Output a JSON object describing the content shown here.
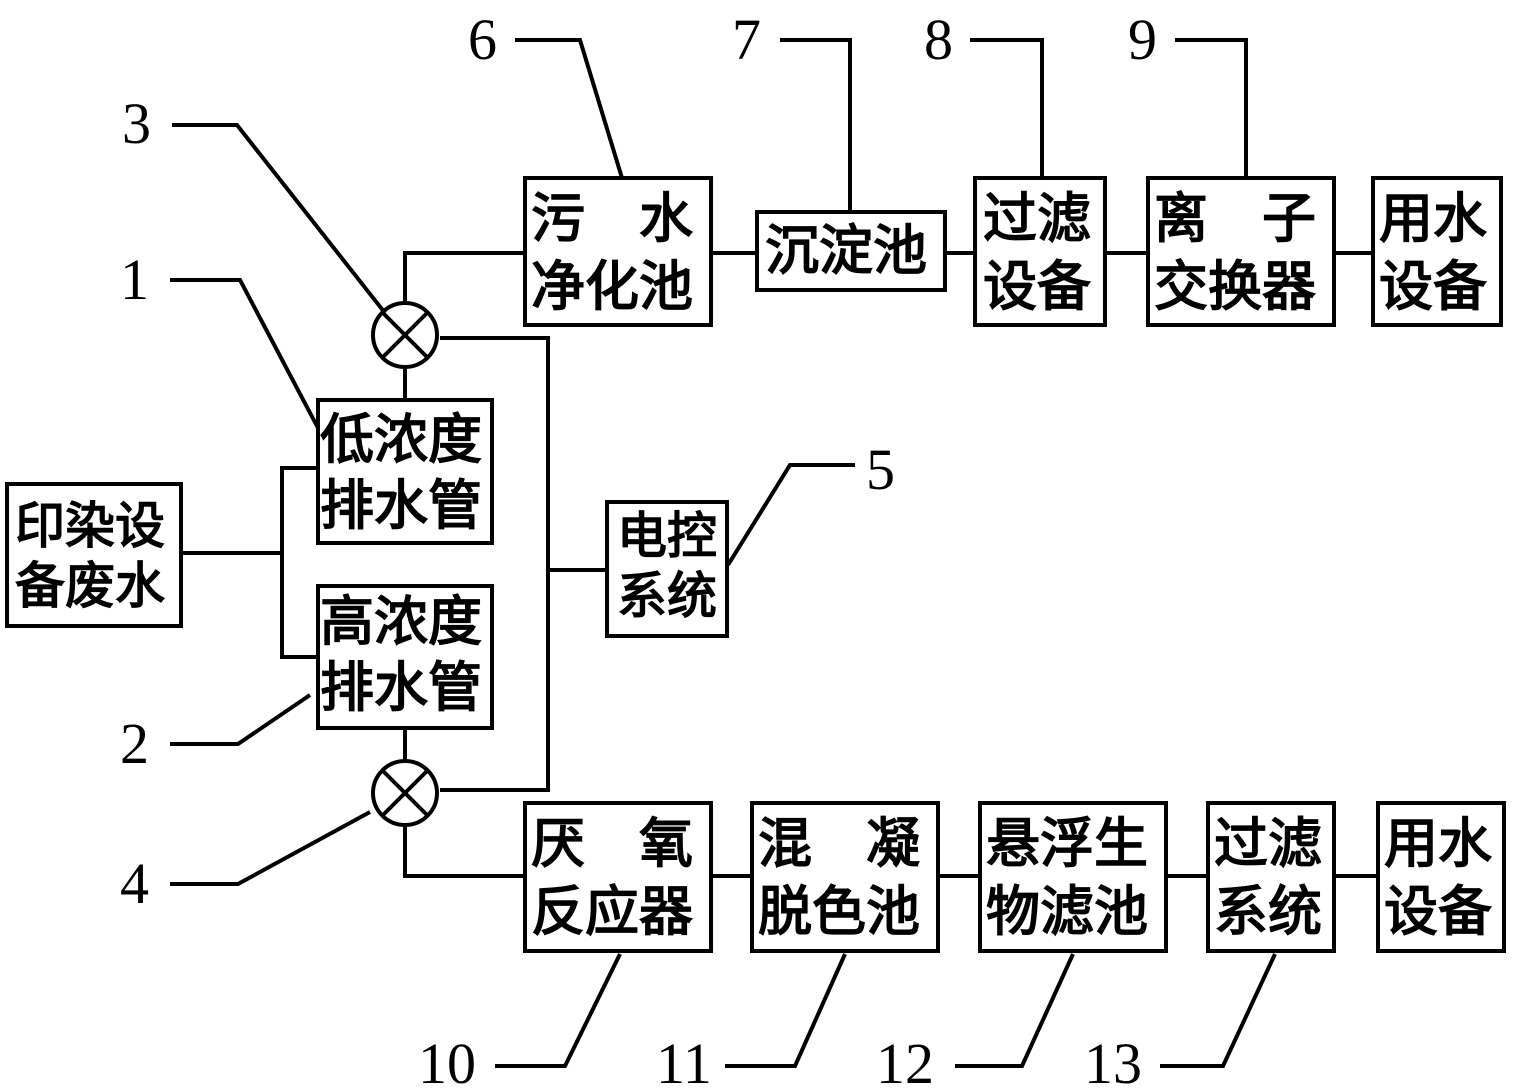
{
  "boxes": {
    "source": {
      "line1": "印染设",
      "line2": "备废水"
    },
    "low_pipe": {
      "line1": "低浓度",
      "line2": "排水管"
    },
    "high_pipe": {
      "line1": "高浓度",
      "line2": "排水管"
    },
    "control": {
      "line1": "电控",
      "line2": "系统"
    },
    "purify": {
      "line1": "污　水",
      "line2": "净化池"
    },
    "settle": {
      "line1": "沉淀池",
      "line2": ""
    },
    "filter_top": {
      "line1": "过滤",
      "line2": "设备"
    },
    "ion": {
      "line1": "离　子",
      "line2": "交换器"
    },
    "use_top": {
      "line1": "用水",
      "line2": "设备"
    },
    "anaerobic": {
      "line1": "厌　氧",
      "line2": "反应器"
    },
    "coag": {
      "line1": "混　凝",
      "line2": "脱色池"
    },
    "biofilter": {
      "line1": "悬浮生",
      "line2": "物滤池"
    },
    "filter_bot": {
      "line1": "过滤",
      "line2": "系统"
    },
    "use_bot": {
      "line1": "用水",
      "line2": "设备"
    }
  },
  "labels": [
    "1",
    "2",
    "3",
    "4",
    "5",
    "6",
    "7",
    "8",
    "9",
    "10",
    "11",
    "12",
    "13"
  ]
}
